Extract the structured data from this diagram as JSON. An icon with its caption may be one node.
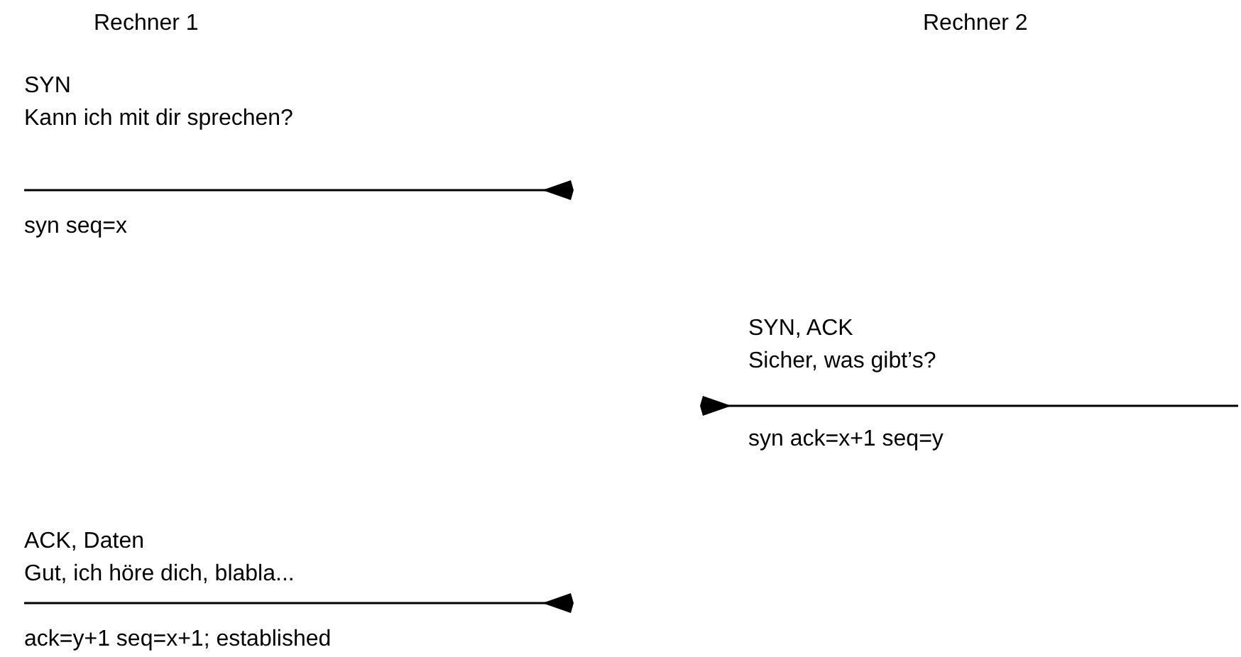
{
  "diagram": {
    "labels": [
      "Rechner 1",
      "Rechner 2",
      "SYN",
      "Kann ich mit dir sprechen?",
      "syn seq=x",
      "SYN, ACK",
      "Sicher, was gibt’s?",
      "syn ack=x+1 seq=y",
      "ACK, Daten",
      "Gut, ich höre dich, blabla...",
      "ack=y+1 seq=x+1; established"
    ]
  }
}
